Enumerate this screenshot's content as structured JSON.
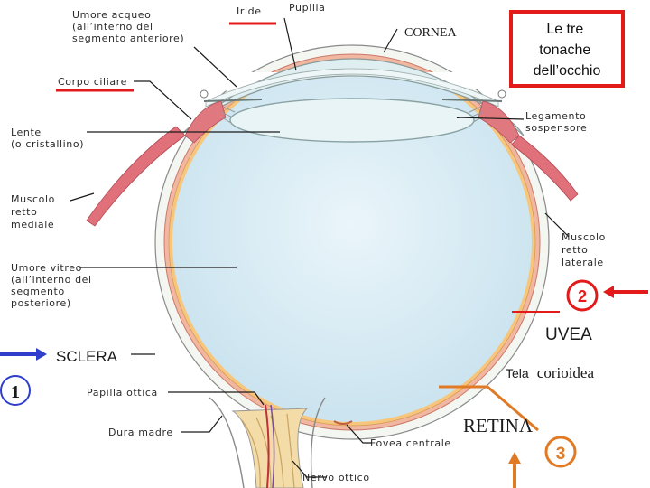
{
  "labels": {
    "umore_acqueo": [
      "Umore acqueo",
      "(all’interno del",
      "segmento anteriore)"
    ],
    "iride": "Iride",
    "pupilla": "Pupilla",
    "cornea": "CORNEA",
    "corpo_ciliare": "Corpo ciliare",
    "lente": [
      "Lente",
      "(o cristallino)"
    ],
    "legamento": [
      "Legamento",
      "sospensore"
    ],
    "muscolo_mediale": [
      "Muscolo",
      "retto",
      "mediale"
    ],
    "muscolo_laterale": [
      "Muscolo",
      "retto",
      "laterale"
    ],
    "umore_vitreo": [
      "Umore vitreo",
      "(all’interno del",
      "segmento",
      "posteriore)"
    ],
    "sclera": "SCLERA",
    "papilla": "Papilla ottica",
    "dura_madre": "Dura madre",
    "fovea": "Fovea centrale",
    "nervo": "Nervo ottico",
    "uvea": "UVEA",
    "tela_prefix": "Tela",
    "tela_suffix": "corioidea",
    "retina": "RETINA"
  },
  "title_box": [
    "Le  tre",
    "tonache",
    "dell’occhio"
  ],
  "numbers": {
    "n1": "1",
    "n2": "2",
    "n3": "3"
  },
  "colors": {
    "red": "#e21a1a",
    "blue": "#2f3fcc",
    "orange": "#e07a25",
    "muscle": "#e0707a",
    "lens": "#e4f1f4",
    "vitreous": "#d2e8f2",
    "retina": "#f6c17a"
  }
}
